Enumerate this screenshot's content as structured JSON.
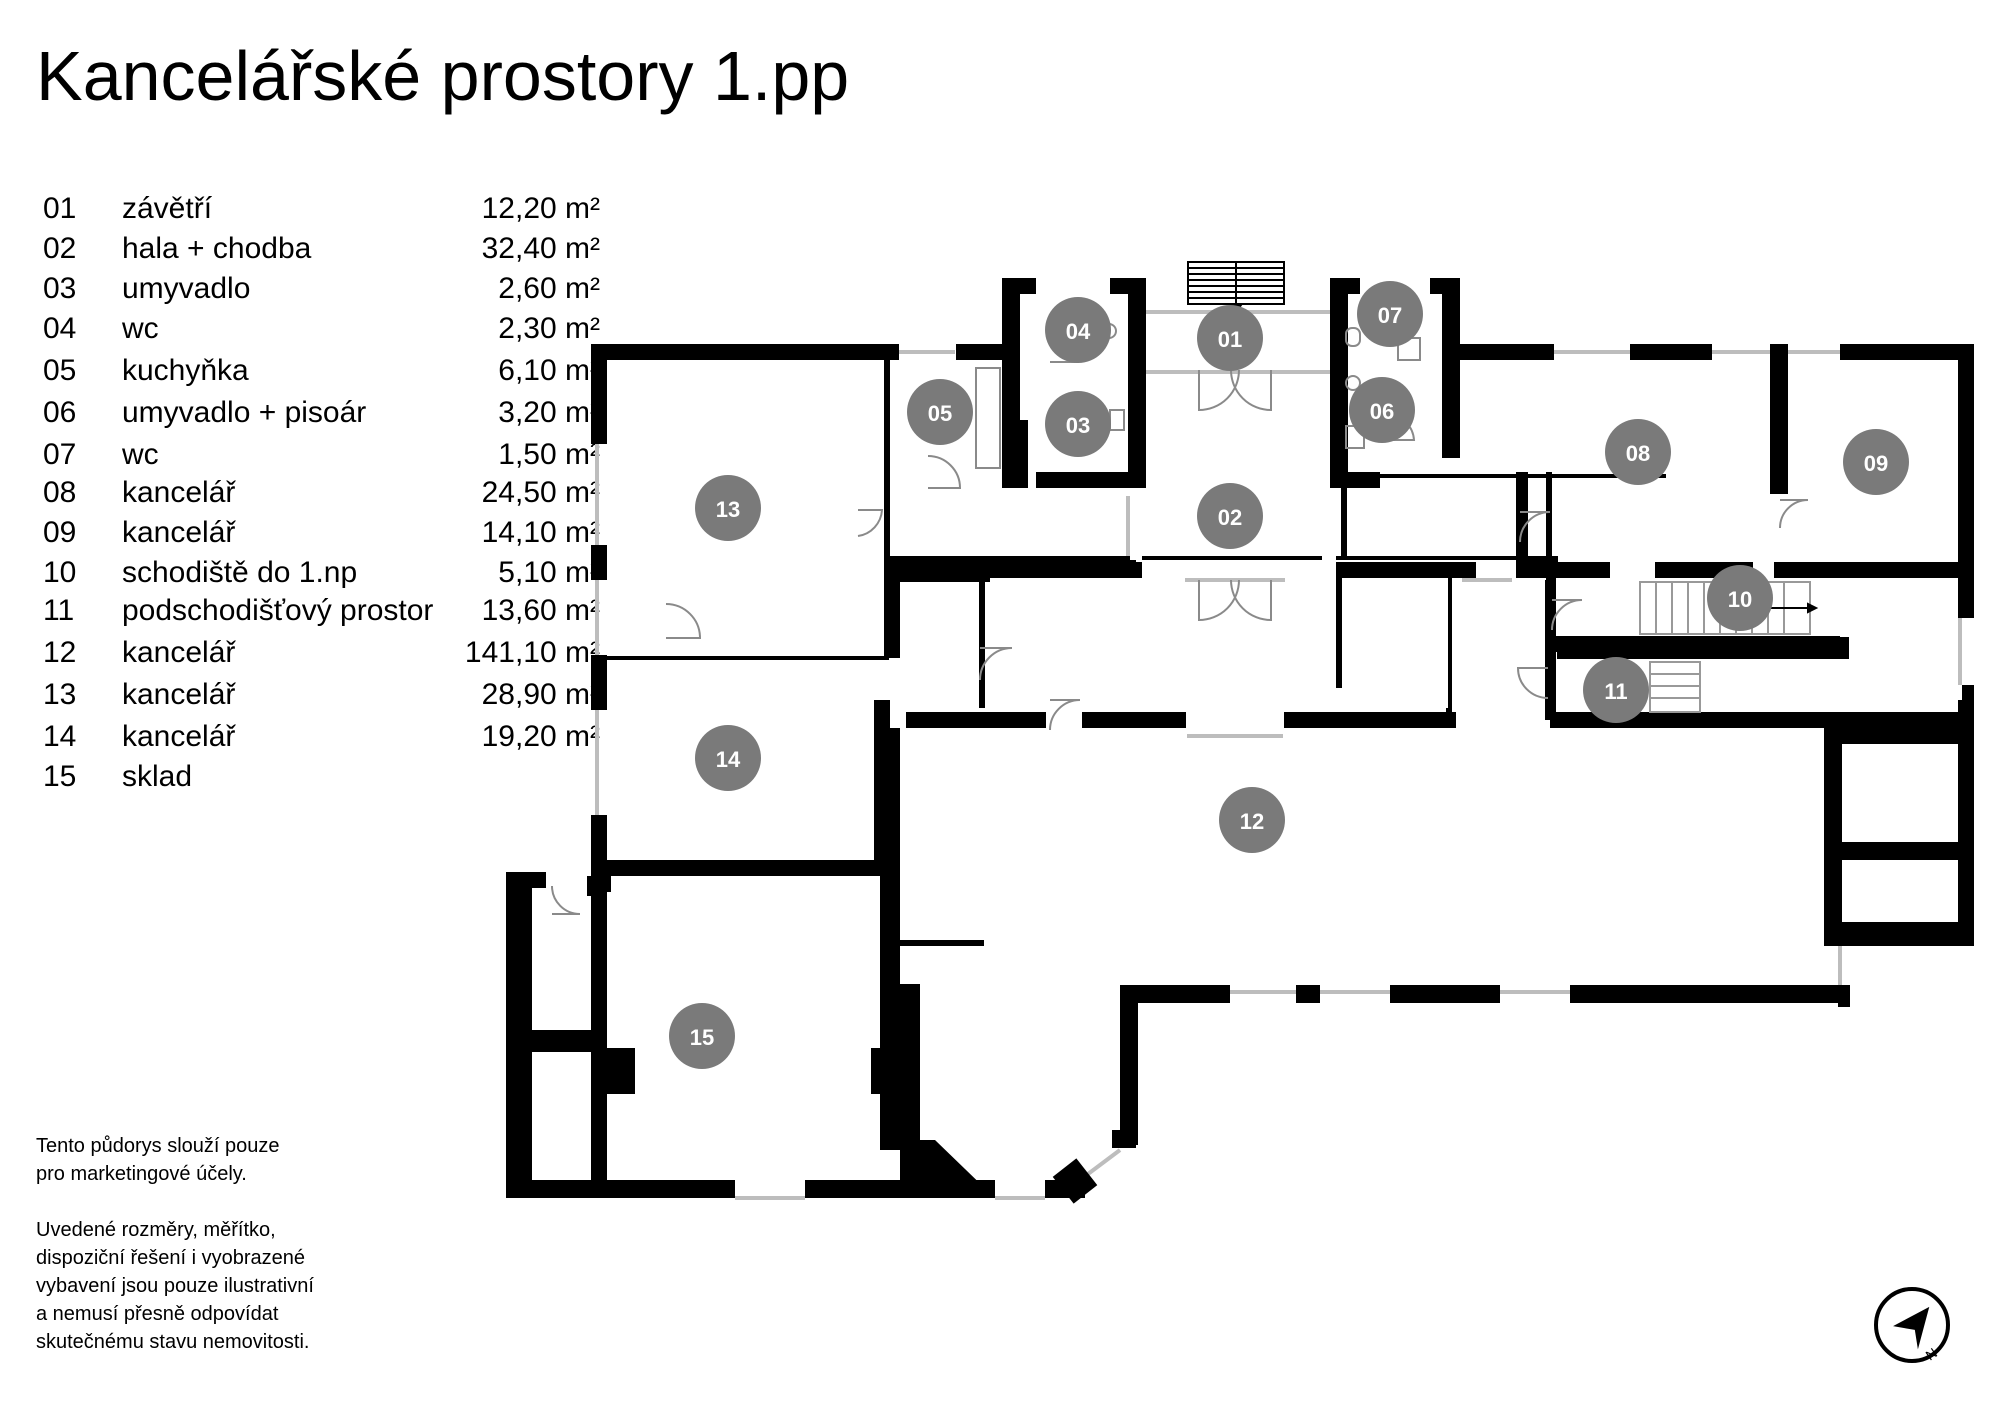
{
  "title": "Kancelářské prostory 1.pp",
  "legend": [
    {
      "num": "01",
      "name": "závětří",
      "area": "12,20 m²"
    },
    {
      "num": "02",
      "name": "hala + chodba",
      "area": "32,40 m²"
    },
    {
      "num": "03",
      "name": "umyvadlo",
      "area": "2,60 m²"
    },
    {
      "num": "04",
      "name": "wc",
      "area": "2,30 m²"
    },
    {
      "num": "05",
      "name": "kuchyňka",
      "area": "6,10 m²"
    },
    {
      "num": "06",
      "name": "umyvadlo + pisoár",
      "area": "3,20 m²"
    },
    {
      "num": "07",
      "name": "wc",
      "area": "1,50 m²"
    },
    {
      "num": "08",
      "name": "kancelář",
      "area": "24,50 m²"
    },
    {
      "num": "09",
      "name": "kancelář",
      "area": "14,10 m²"
    },
    {
      "num": "10",
      "name": "schodiště do 1.np",
      "area": "5,10 m²"
    },
    {
      "num": "11",
      "name": "podschodišťový prostor",
      "area": "13,60 m²"
    },
    {
      "num": "12",
      "name": "kancelář",
      "area": "141,10 m²"
    },
    {
      "num": "13",
      "name": "kancelář",
      "area": "28,90 m²"
    },
    {
      "num": "14",
      "name": "kancelář",
      "area": "19,20 m²"
    },
    {
      "num": "15",
      "name": "sklad",
      "area": ""
    }
  ],
  "disclaimer": {
    "line1": "Tento půdorys slouží pouze",
    "line2": "pro marketingové účely.",
    "line3": "Uvedené rozměry, měřítko,",
    "line4": "dispoziční řešení i vyobrazené",
    "line5": "vybavení jsou pouze ilustrativní",
    "line6": "a nemusí přesně odpovídat",
    "line7": "skutečnému stavu nemovitosti."
  },
  "room_badges": [
    "01",
    "02",
    "03",
    "04",
    "05",
    "06",
    "07",
    "08",
    "09",
    "10",
    "11",
    "12",
    "13",
    "14",
    "15"
  ],
  "compass_label": "N",
  "colors": {
    "wall": "#000000",
    "badge": "#7a7a7a",
    "badge_text": "#ffffff",
    "window": "#bdbdbd",
    "door": "#8a8a8a"
  }
}
